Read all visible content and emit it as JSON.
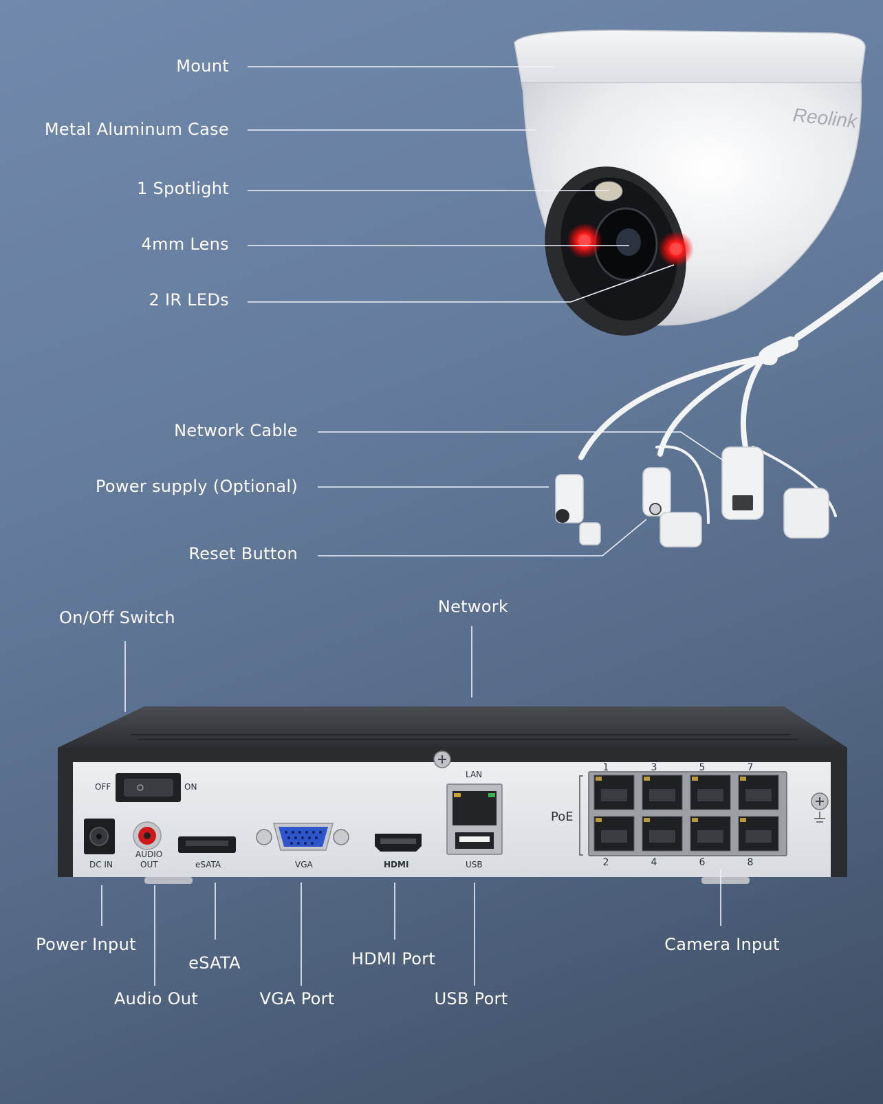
{
  "camera": {
    "brand": "Reolink",
    "labels": {
      "mount": "Mount",
      "case": "Metal Aluminum Case",
      "spotlight": "1 Spotlight",
      "lens": "4mm Lens",
      "ir": "2 IR LEDs",
      "network_cable": "Network Cable",
      "power": "Power supply (Optional)",
      "reset": "Reset Button"
    }
  },
  "nvr": {
    "labels": {
      "switch": "On/Off Switch",
      "network": "Network",
      "power_input": "Power Input",
      "audio_out": "Audio Out",
      "esata": "eSATA",
      "vga": "VGA Port",
      "hdmi": "HDMI Port",
      "usb": "USB Port",
      "camera_input": "Camera Input"
    },
    "panel": {
      "off": "OFF",
      "on": "ON",
      "dc_in": "DC IN",
      "audio_line1": "AUDIO",
      "audio_line2": "OUT",
      "esata": "eSATA",
      "vga": "VGA",
      "hdmi": "HDMI",
      "lan": "LAN",
      "usb": "USB",
      "poe": "PoE",
      "top_ports": [
        "1",
        "3",
        "5",
        "7"
      ],
      "bottom_ports": [
        "2",
        "4",
        "6",
        "8"
      ]
    }
  }
}
